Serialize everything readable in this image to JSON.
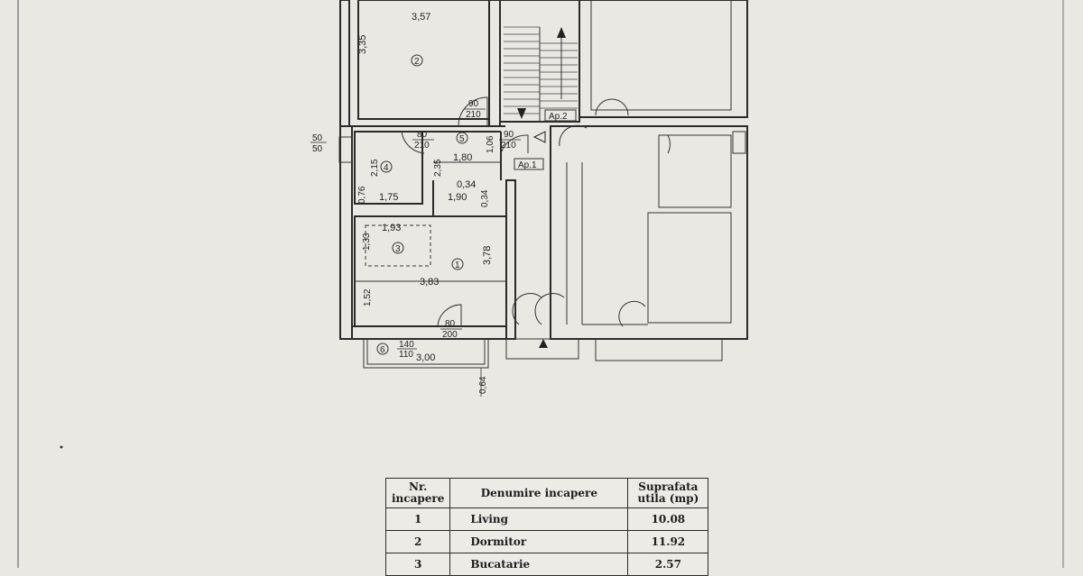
{
  "dimensions": {
    "d_357": "3,57",
    "d_335": "3,35",
    "d_90_210_a_top": "90",
    "d_90_210_a_bot": "210",
    "d_80_210_top": "80",
    "d_80_210_bot": "210",
    "d_90_210_b_top": "90",
    "d_90_210_b_bot": "210",
    "d_50_top": "50",
    "d_50_bot": "50",
    "d_106": "1,06",
    "d_180": "1,80",
    "d_215": "2,15",
    "d_235": "2,35",
    "d_034": "0,34",
    "d_076": "0,76",
    "d_175": "1,75",
    "d_190": "1,90",
    "d_034b": "0,34",
    "d_193": "1,93",
    "d_133": "1,33",
    "d_378": "3,78",
    "d_383": "3,83",
    "d_152": "1,52",
    "d_80_200_top": "80",
    "d_80_200_bot": "200",
    "d_140": "140",
    "d_110": "110",
    "d_300": "3,00",
    "d_064": "0,64"
  },
  "room_markers": [
    "1",
    "2",
    "3",
    "4",
    "5",
    "6"
  ],
  "apartment_labels": {
    "ap1": "Ap.1",
    "ap2": "Ap.2"
  },
  "table": {
    "headers": {
      "nr_line1": "Nr.",
      "nr_line2": "incapere",
      "name": "Denumire incapere",
      "area_line1": "Suprafata",
      "area_line2": "utila (mp)"
    },
    "rows": [
      {
        "nr": "1",
        "name": "Living",
        "area": "10.08"
      },
      {
        "nr": "2",
        "name": "Dormitor",
        "area": "11.92"
      },
      {
        "nr": "3",
        "name": "Bucatarie",
        "area": "2.57"
      }
    ]
  }
}
